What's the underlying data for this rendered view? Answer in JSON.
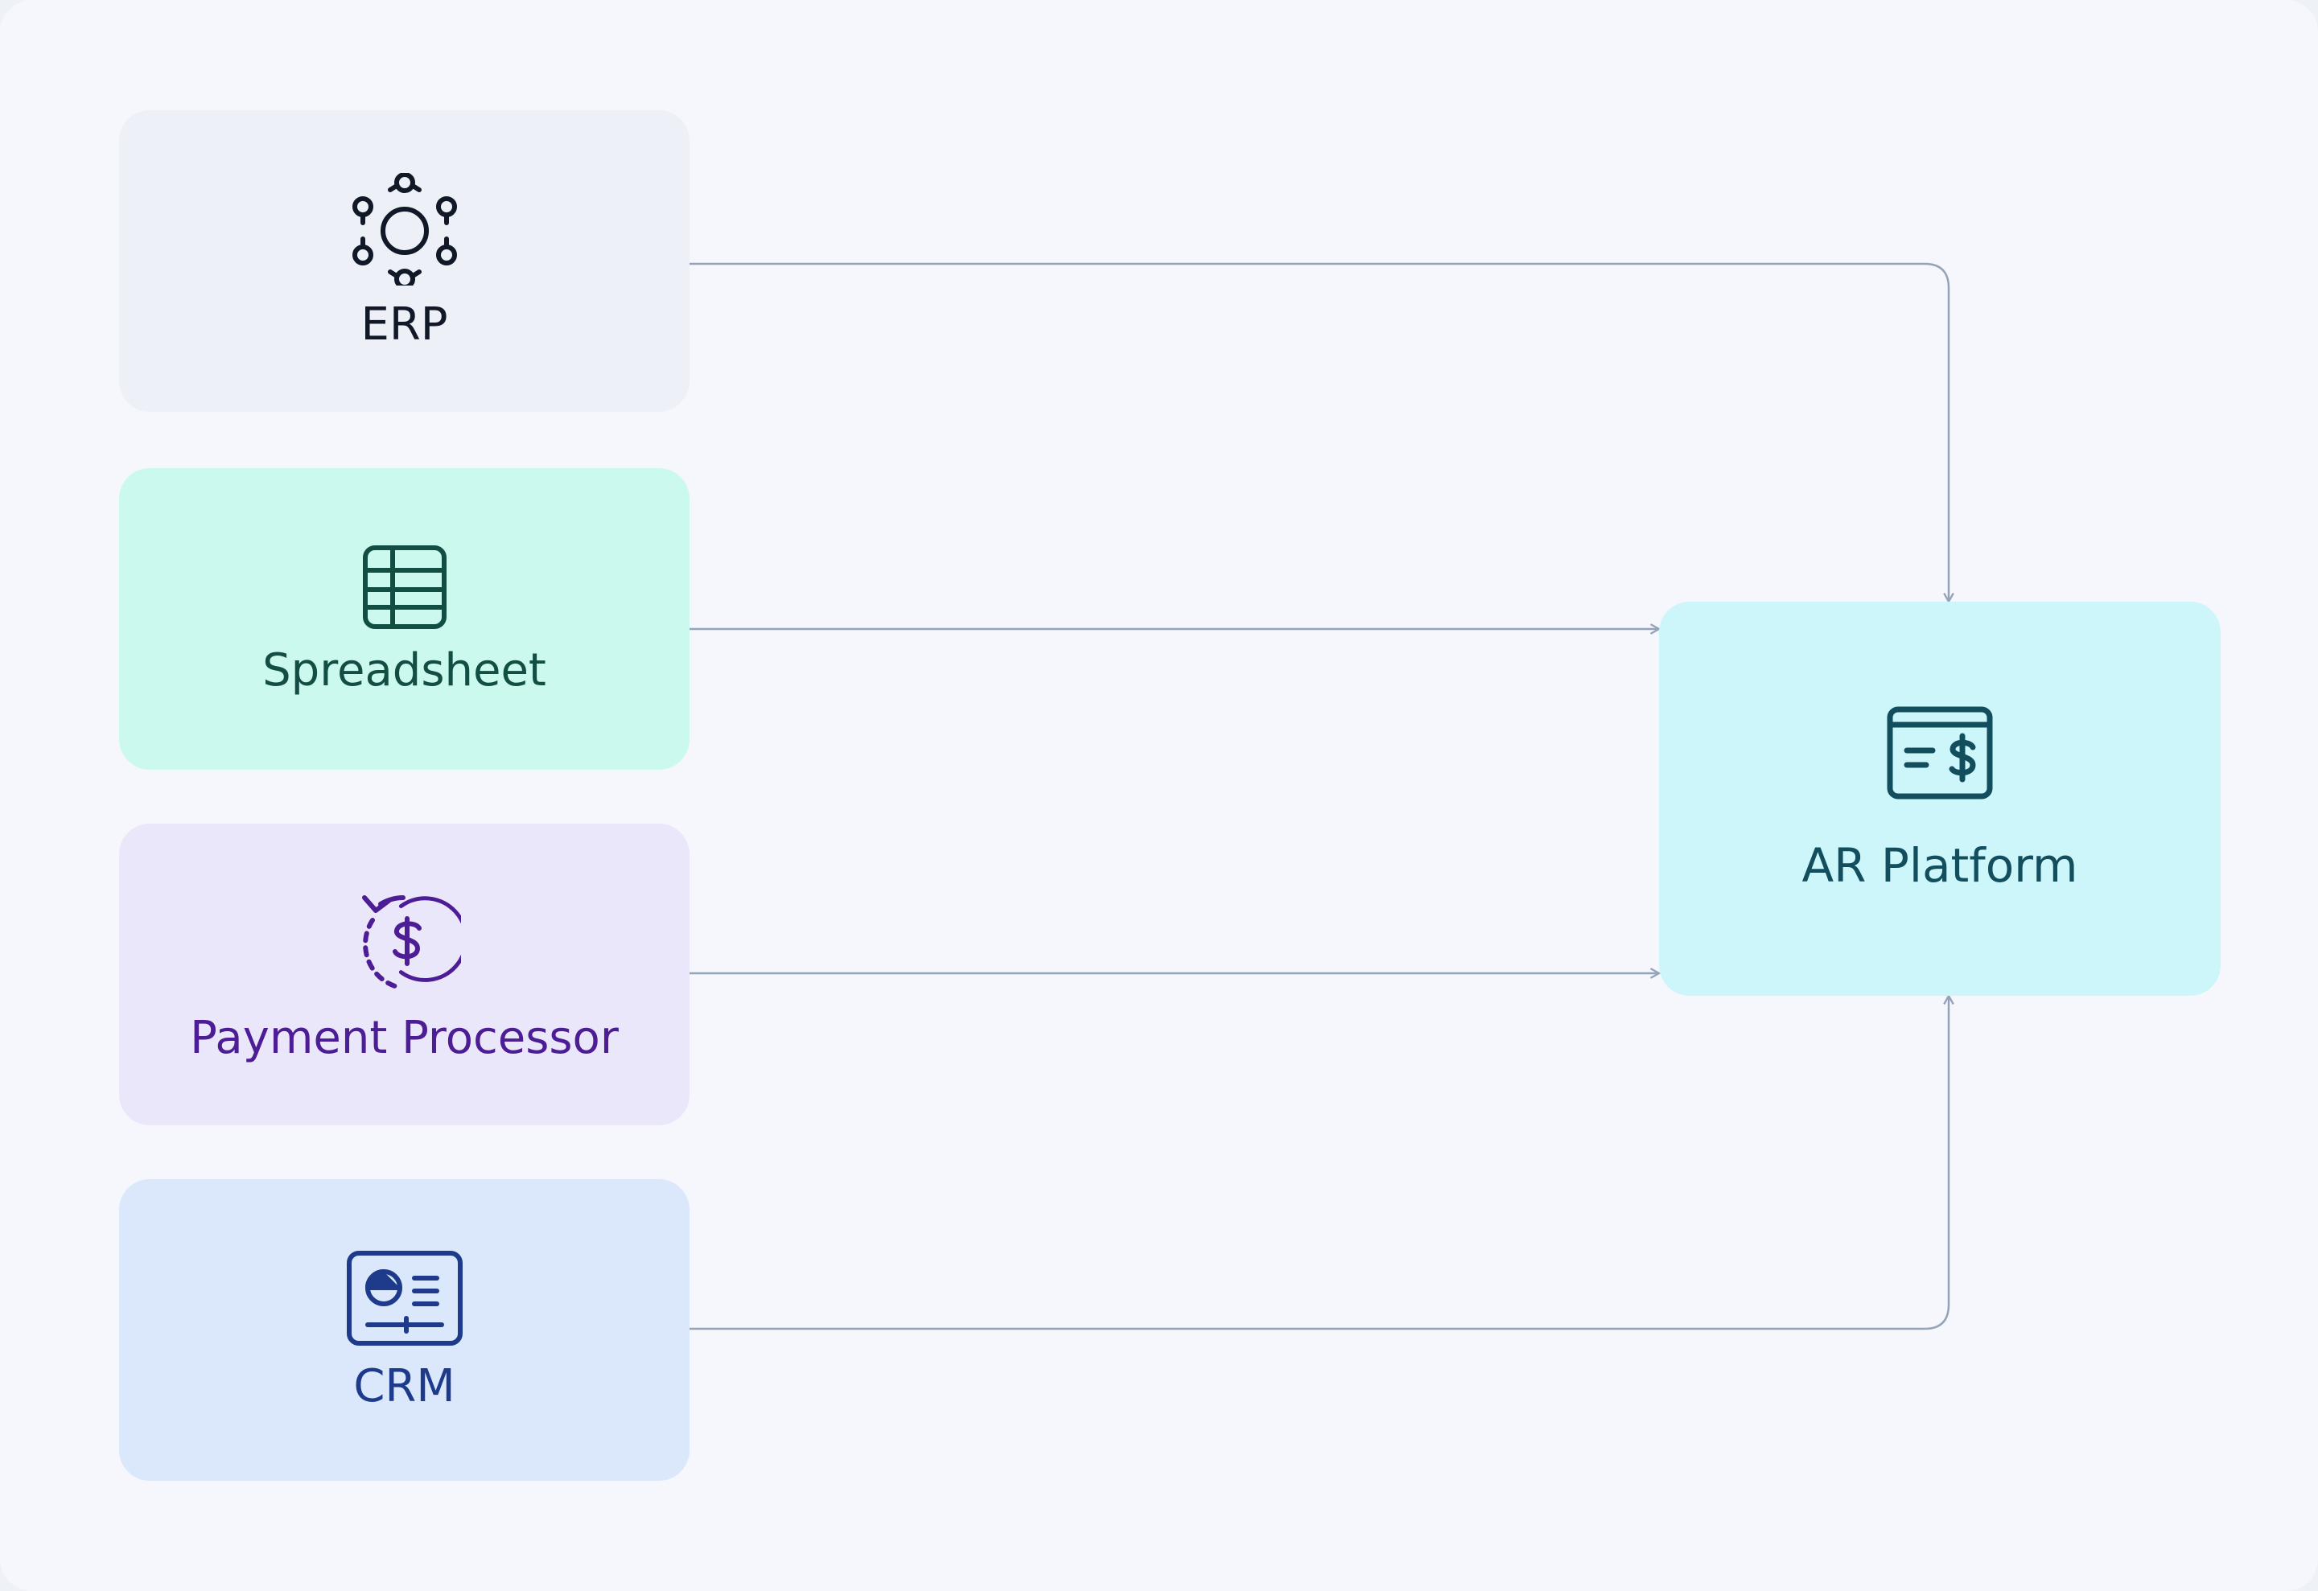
{
  "diagram": {
    "sources": [
      {
        "id": "erp",
        "label": "ERP",
        "icon": "network-gear-icon",
        "bg": "#edf0f7",
        "fg": "#111827"
      },
      {
        "id": "spreadsheet",
        "label": "Spreadsheet",
        "icon": "table-icon",
        "bg": "#ccf9ee",
        "fg": "#134e45"
      },
      {
        "id": "payment",
        "label": "Payment Processor",
        "icon": "refund-dollar-icon",
        "bg": "#ebe7fb",
        "fg": "#4c1d95"
      },
      {
        "id": "crm",
        "label": "CRM",
        "icon": "dashboard-card-icon",
        "bg": "#dbe8fc",
        "fg": "#1e3a8a"
      }
    ],
    "target": {
      "id": "ar",
      "label": "AR Platform",
      "icon": "invoice-dollar-icon",
      "bg": "#cdf6fa",
      "fg": "#134e5e"
    },
    "edges": [
      {
        "from": "ERP",
        "to": "AR Platform"
      },
      {
        "from": "Spreadsheet",
        "to": "AR Platform"
      },
      {
        "from": "Payment Processor",
        "to": "AR Platform"
      },
      {
        "from": "CRM",
        "to": "AR Platform"
      }
    ],
    "connector_color": "#94a3b8"
  }
}
